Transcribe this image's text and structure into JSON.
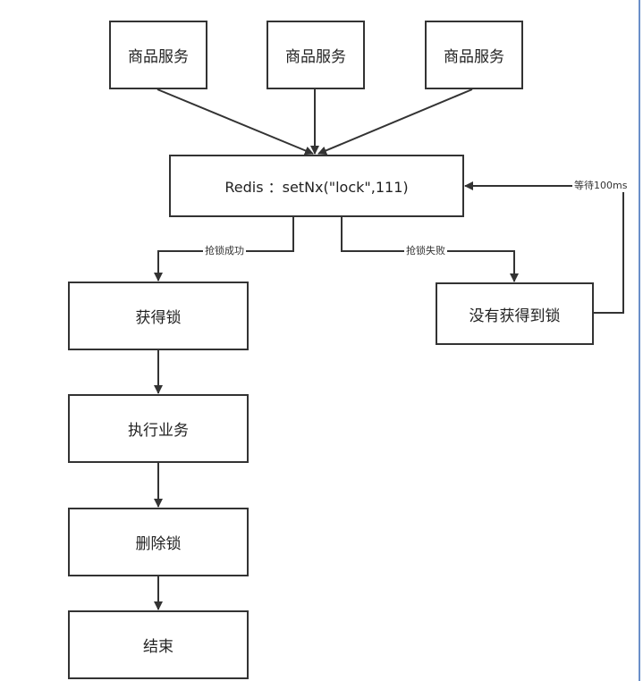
{
  "nodes": {
    "service_1": "商品服务",
    "service_2": "商品服务",
    "service_3": "商品服务",
    "redis": "Redis ：setNx(\"lock\",111)",
    "acquired": "获得锁",
    "not_acquired": "没有获得到锁",
    "execute": "执行业务",
    "delete_lock": "删除锁",
    "end": "结束"
  },
  "edge_labels": {
    "success": "抢锁成功",
    "failure": "抢锁失败",
    "retry": "等待100ms"
  },
  "colors": {
    "line": "#333333",
    "border": "#333333",
    "right_rule": "#6b8fc9"
  }
}
